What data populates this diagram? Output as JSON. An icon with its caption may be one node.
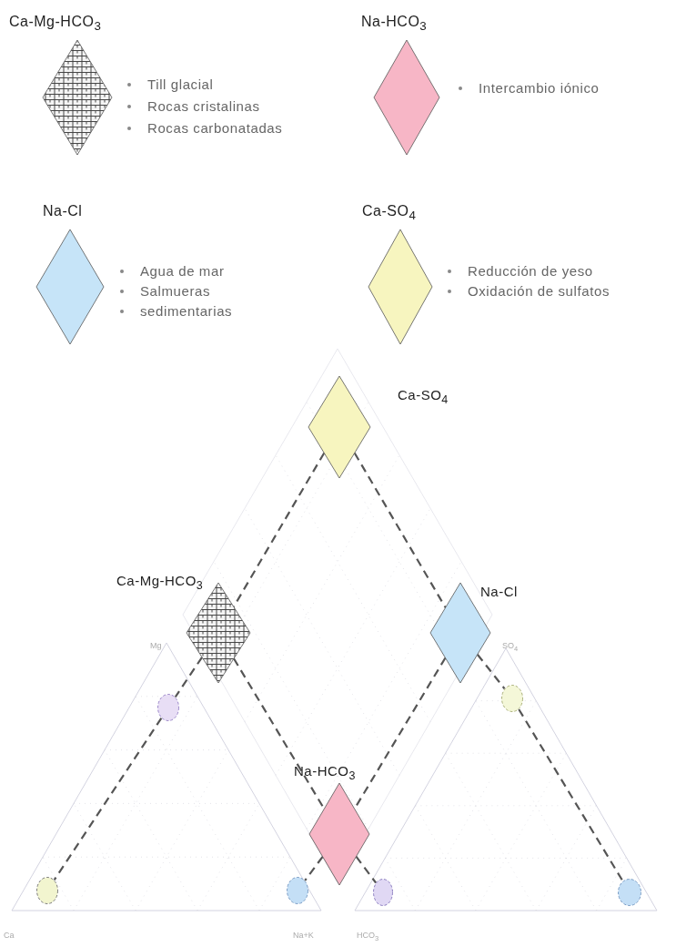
{
  "diagram": {
    "nodes": [
      {
        "text": [
          "Ca-Mg-HCO$_{3}$"
        ],
        "beside": [
          "Till glacial",
          "Rocas cristalinas",
          "Rocas carbonatadas"
        ]
      },
      {
        "text": [
          "Na-HCO$_{3}$"
        ],
        "beside": [
          "Intercambio iónico"
        ]
      },
      {
        "text": [
          "Na-Cl"
        ],
        "beside": [
          "Agua de mar",
          "Salmueras",
          "sedimentarias"
        ]
      },
      {
        "text": [
          "Ca-SO$_{4}$"
        ],
        "beside": [
          "Reducción de yeso",
          "Oxidación de sulfatos"
        ]
      },
      {
        "text": [
          "Ca-SO$_{4}$"
        ]
      },
      {
        "text": [
          "Ca-Mg-HCO$_{3}$"
        ]
      },
      {
        "text": [
          "Na-Cl"
        ]
      },
      {
        "text": [
          "Na-HCO$_{3}$"
        ]
      },
      {
        "text": [],
        "shape": "ellipse"
      },
      {
        "text": [],
        "shape": "ellipse"
      },
      {
        "text": [],
        "shape": "ellipse"
      },
      {
        "text": [],
        "shape": "ellipse"
      },
      {
        "text": [],
        "shape": "ellipse"
      },
      {
        "text": [],
        "shape": "ellipse"
      }
    ],
    "edges": [
      {
        "from": 4,
        "to": 5,
        "arrow": "none",
        "style": "dashed"
      },
      {
        "from": 5,
        "to": 8,
        "arrow": "none",
        "style": "dashed"
      },
      {
        "from": 8,
        "to": 10,
        "arrow": "none",
        "style": "dashed"
      },
      {
        "from": 4,
        "to": 6,
        "arrow": "none",
        "style": "dashed"
      },
      {
        "from": 6,
        "to": 9,
        "arrow": "none",
        "style": "dashed"
      },
      {
        "from": 9,
        "to": 13,
        "arrow": "none",
        "style": "dashed"
      },
      {
        "from": 5,
        "to": 7,
        "arrow": "none",
        "style": "dashed"
      },
      {
        "from": 7,
        "to": 12,
        "arrow": "none",
        "style": "dashed"
      },
      {
        "from": 6,
        "to": 7,
        "arrow": "none",
        "style": "dashed"
      },
      {
        "from": 7,
        "to": 11,
        "arrow": "none",
        "style": "dashed"
      }
    ],
    "labels": [
      "Mg",
      "SO$_{4}$",
      "Ca",
      "Na+K",
      "HCO$_{3}$"
    ]
  }
}
